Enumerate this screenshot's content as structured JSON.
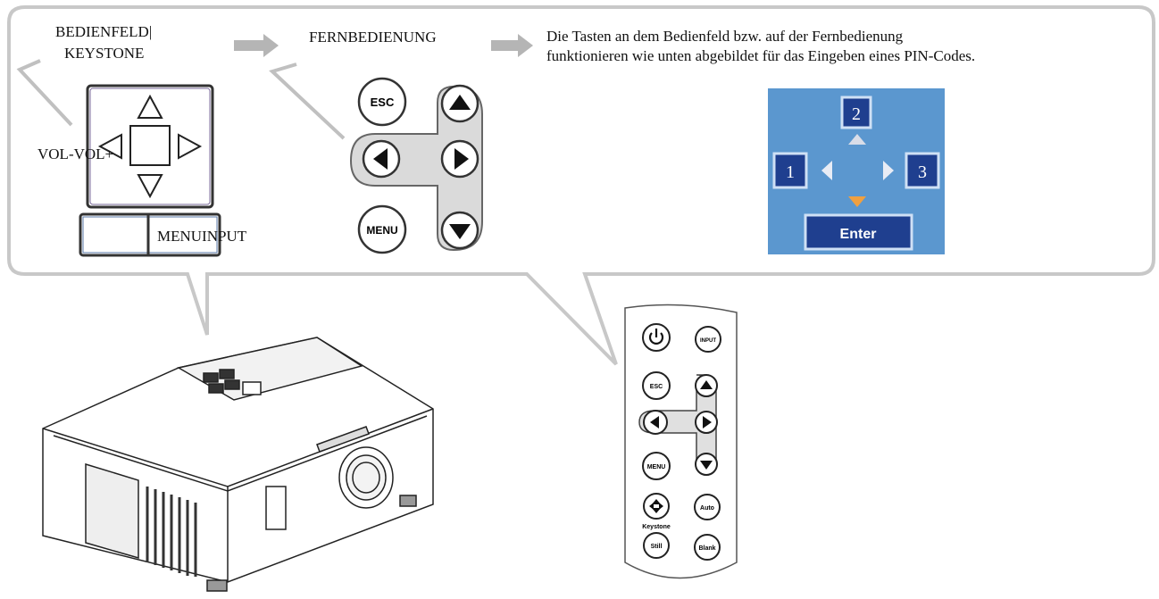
{
  "panel": {
    "title_line1": "BEDIENFELD|",
    "title_line2": "KEYSTONE",
    "vol_label": "VOL-VOL+",
    "menu_input_label": "MENUINPUT"
  },
  "remote_section": {
    "title": "FERNBEDIENUNG",
    "esc_label": "ESC",
    "menu_label": "MENU"
  },
  "description": {
    "line1": "Die Tasten an dem Bedienfeld bzw. auf der Fernbedienung",
    "line2": "funktionieren wie unten abgebildet für das Eingeben eines PIN-Codes."
  },
  "pin_pad": {
    "key_top": "2",
    "key_left": "1",
    "key_right": "3",
    "enter_label": "Enter",
    "colors": {
      "background": "#5b97cf",
      "key": "#1f3f8f",
      "up_arrow": "#d9dde8",
      "down_arrow": "#f0a040"
    }
  },
  "remote": {
    "power_icon": "power-icon",
    "input_label": "INPUT",
    "esc_label": "ESC",
    "menu_label": "MENU",
    "keystone_icon": "keystone-icon",
    "keystone_label": "Keystone",
    "auto_label": "Auto",
    "still_label": "Still",
    "blank_label": "Blank"
  }
}
